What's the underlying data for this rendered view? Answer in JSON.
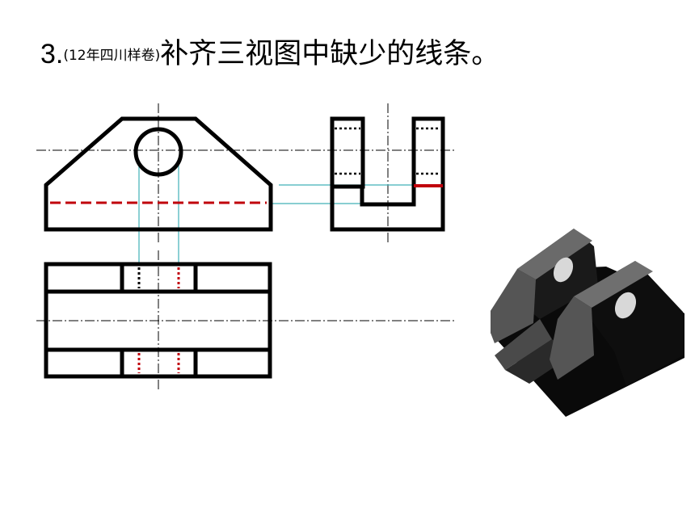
{
  "question": {
    "number": "3.",
    "source": "(12年四川样卷)",
    "instruction": "补齐三视图中缺少的线条。"
  },
  "colors": {
    "outline": "#000000",
    "added_line": "#c0000b",
    "projection_line": "#40b0b8",
    "center_line": "#000000",
    "solid_fill": "#0a0a0a"
  },
  "icons": [
    "front-view",
    "side-view",
    "top-view",
    "isometric-solid"
  ]
}
